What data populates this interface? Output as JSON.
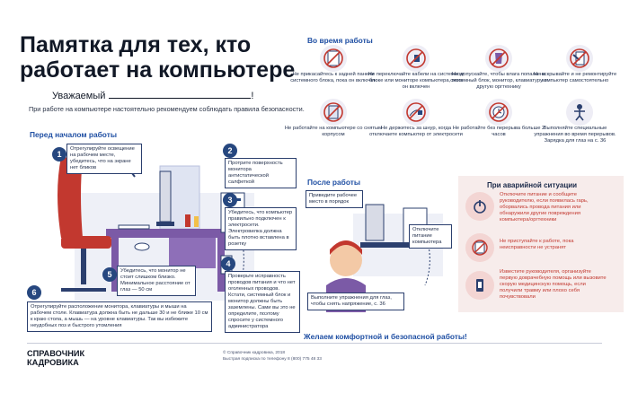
{
  "title_line1": "Памятка для тех, кто",
  "title_line2": "работает на компьютере",
  "greeting": "Уважаемый",
  "greeting_end": "!",
  "intro": "При работе на компьютере настоятельно рекомендуем соблюдать правила безопасности.",
  "before_work": {
    "heading": "Перед началом работы",
    "steps": [
      {
        "num": "1",
        "text": "Отрегулируйте освещение на рабочем месте, убедитесь, что на экране нет бликов"
      },
      {
        "num": "2",
        "text": "Протрите поверхность монитора антистатической салфеткой"
      },
      {
        "num": "3",
        "text": "Убедитесь, что компьютер правильно подключен к электросети. Электровилка должна быть плотно вставлена в розетку"
      },
      {
        "num": "4",
        "text": "Проверьте исправность проводов питания и что нет оголенных проводов. Кстати, системный блок и монитор должны быть заземлены. Сами вы это не определите, поэтому спросите у системного администратора"
      },
      {
        "num": "5",
        "text": "Убедитесь, что монитор не стоит слишком близко. Минимальное расстояние от глаз — 50 см"
      },
      {
        "num": "6",
        "text": "Отрегулируйте расположение монитора, клавиатуры и мыши на рабочем столе. Клавиатура должна быть не дальше 30 и не ближе 10 см к краю стола, а мышь — на уровне клавиатуры. Так вы избежите неудобных поз и быстрого утомления"
      }
    ]
  },
  "during_work": {
    "heading": "Во время работы",
    "items": [
      {
        "icon": "no-touch-back-icon",
        "text": "Не прикасайтесь к задней панели системного блока, пока он включен"
      },
      {
        "icon": "no-switch-cables-icon",
        "text": "Не переключайте кабели на системном блоке или мониторе компьютера, пока он включен"
      },
      {
        "icon": "no-liquid-icon",
        "text": "Не допускайте, чтобы влага попала на системный блок, монитор, клавиатуру и другую оргтехнику"
      },
      {
        "icon": "no-repair-icon",
        "text": "Не вскрывайте и не ремонтируйте компьютер самостоятельно"
      },
      {
        "icon": "no-open-case-icon",
        "text": "Не работайте на компьютере со снятым корпусом"
      },
      {
        "icon": "no-pull-cord-icon",
        "text": "Не держитесь за шнур, когда отключаете компьютер от электросети"
      },
      {
        "icon": "no-overtime-icon",
        "text": "Не работайте без перерыва больше 2 часов"
      },
      {
        "icon": "exercise-icon",
        "text": "Выполняйте специальные упражнения во время перерывов. Зарядка для глаз на с. 36"
      }
    ]
  },
  "after_work": {
    "heading": "После работы",
    "tidy": "Приведите рабочее место в порядок",
    "unplug": "Отключите питание компьютера",
    "eyes": "Выполните упражнения для глаз, чтобы снять напряжение, с. 36"
  },
  "emergency": {
    "heading": "При аварийной ситуации",
    "items": [
      {
        "icon": "power-off-icon",
        "text": "Отключите питание и сообщите руководителю, если появилась гарь, оборвались провода питания или обнаружили другие повреждения компьютера/оргтехники"
      },
      {
        "icon": "no-work-icon",
        "text": "Не приступайте к работе, пока неисправности не устранят"
      },
      {
        "icon": "medical-icon",
        "text": "Известите руководителя, организуйте первую доврачебную помощь или вызовите скорую медицинскую помощь, если получили травму или плохо себя почувствовали"
      }
    ]
  },
  "wish": "Желаем комфортной и безопасной работы!",
  "logo_line1": "СПРАВОЧНИК",
  "logo_line2": "КАДРОВИКА",
  "copyright": "© Справочник кадровика, 2018",
  "subscription": "Быстрая подписка по телефону 8 (800) 775 48 33",
  "colors": {
    "accent": "#1f4fa3",
    "navy": "#26477f",
    "red": "#c2382f",
    "pink": "#f7eceb"
  }
}
